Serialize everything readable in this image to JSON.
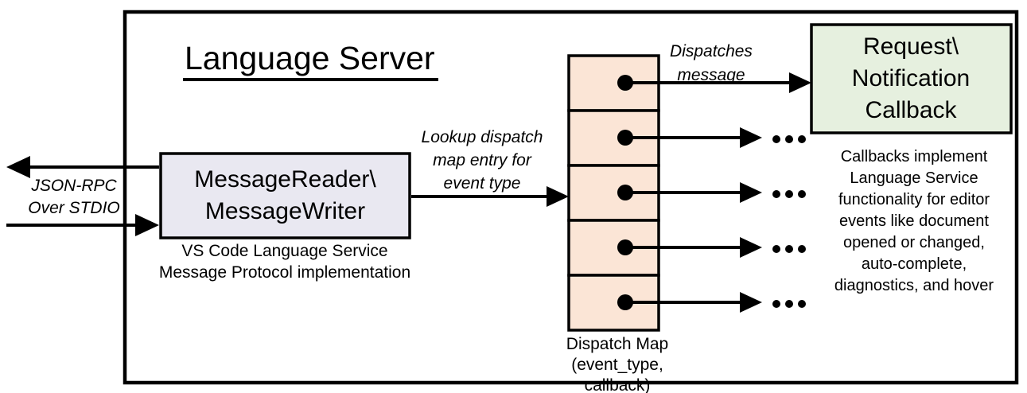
{
  "diagram": {
    "title": "Language Server",
    "reader_box": {
      "label": "MessageReader\\\nMessageWriter",
      "caption": "VS Code Language Service\nMessage Protocol implementation"
    },
    "callback_box": {
      "label": "Request\\\nNotification\nCallback"
    },
    "dispatch_map": {
      "caption": "Dispatch Map\n(event_type, callback)",
      "cells": 5
    },
    "labels": {
      "json_rpc": "JSON-RPC\nOver STDIO",
      "lookup": "Lookup dispatch\nmap entry for\nevent type",
      "dispatches": "Dispatches\nmessage",
      "callbacks_note": "Callbacks implement\nLanguage Service\nfunctionality for editor\nevents like document\nopened or changed,\nauto-complete,\ndiagnostics, and hover"
    },
    "colors": {
      "background": "#FFFFFF",
      "line": "#000000",
      "reader_fill": "#E9E8F1",
      "map_fill": "#FBE5D6",
      "callback_fill": "#E6F0DF"
    }
  }
}
